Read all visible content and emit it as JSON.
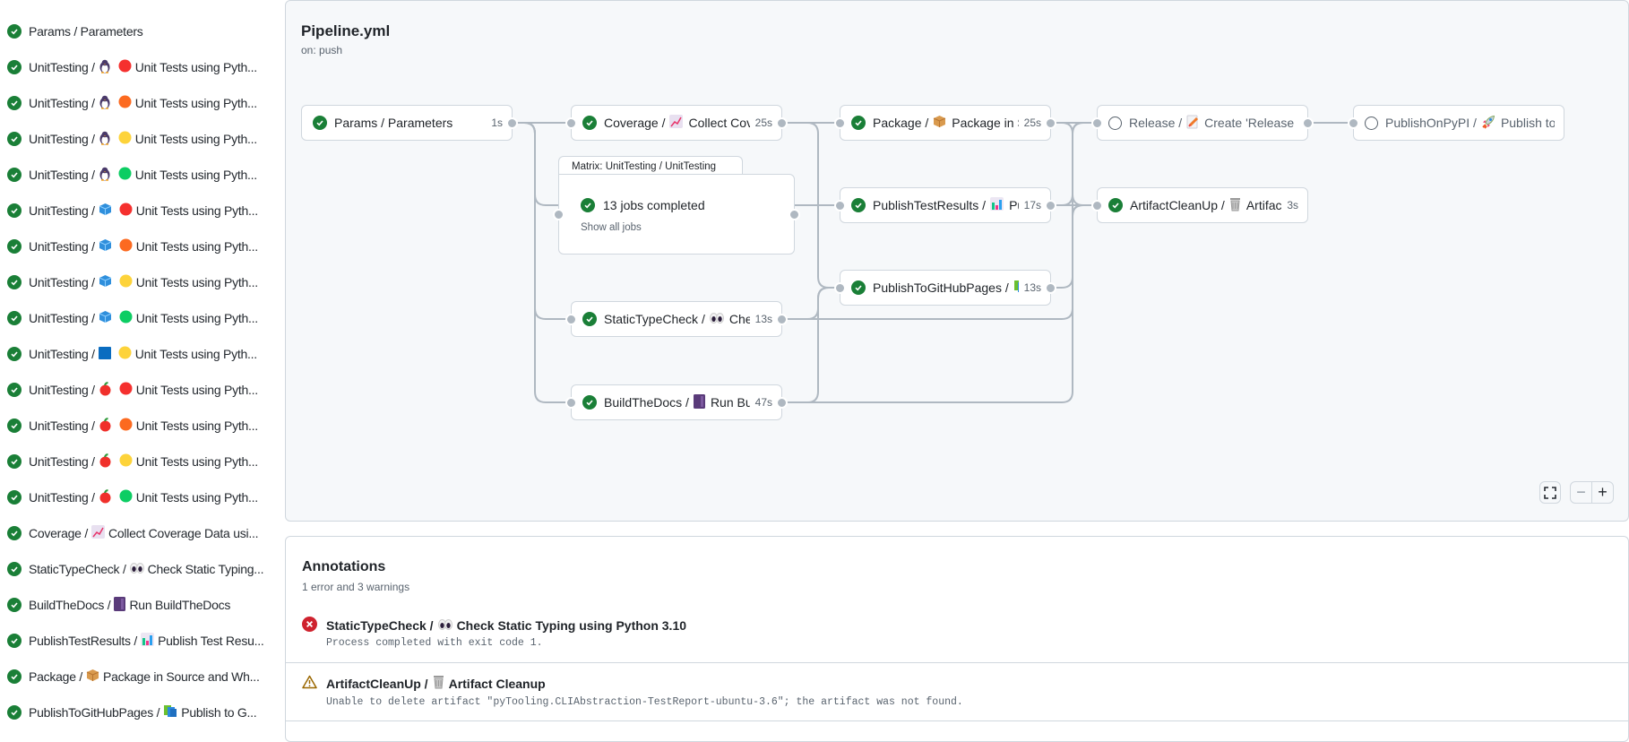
{
  "colors": {
    "success": "#1a7f37",
    "error": "#cf222e",
    "warning": "#9a6700",
    "edge": "#afb8c1"
  },
  "sidebar": {
    "items": [
      {
        "job": "Params",
        "sep": " / ",
        "icons": [],
        "label": "Parameters",
        "status": "success"
      },
      {
        "job": "UnitTesting",
        "sep": " / ",
        "icons": [
          "penguin-icon",
          "red-circle-icon"
        ],
        "label": "Unit Tests using Pyth...",
        "status": "success"
      },
      {
        "job": "UnitTesting",
        "sep": " / ",
        "icons": [
          "penguin-icon",
          "orange-circle-icon"
        ],
        "label": "Unit Tests using Pyth...",
        "status": "success"
      },
      {
        "job": "UnitTesting",
        "sep": " / ",
        "icons": [
          "penguin-icon",
          "yellow-circle-icon"
        ],
        "label": "Unit Tests using Pyth...",
        "status": "success"
      },
      {
        "job": "UnitTesting",
        "sep": " / ",
        "icons": [
          "penguin-icon",
          "green-circle-icon"
        ],
        "label": "Unit Tests using Pyth...",
        "status": "success"
      },
      {
        "job": "UnitTesting",
        "sep": " / ",
        "icons": [
          "ice-cube-icon",
          "red-circle-icon"
        ],
        "label": "Unit Tests using Pyth...",
        "status": "success"
      },
      {
        "job": "UnitTesting",
        "sep": " / ",
        "icons": [
          "ice-cube-icon",
          "orange-circle-icon"
        ],
        "label": "Unit Tests using Pyth...",
        "status": "success"
      },
      {
        "job": "UnitTesting",
        "sep": " / ",
        "icons": [
          "ice-cube-icon",
          "yellow-circle-icon"
        ],
        "label": "Unit Tests using Pyth...",
        "status": "success"
      },
      {
        "job": "UnitTesting",
        "sep": " / ",
        "icons": [
          "ice-cube-icon",
          "green-circle-icon"
        ],
        "label": "Unit Tests using Pyth...",
        "status": "success"
      },
      {
        "job": "UnitTesting",
        "sep": " / ",
        "icons": [
          "blue-square-icon",
          "yellow-circle-icon"
        ],
        "label": "Unit Tests using Pyth...",
        "status": "success"
      },
      {
        "job": "UnitTesting",
        "sep": " / ",
        "icons": [
          "apple-icon",
          "red-circle-icon"
        ],
        "label": "Unit Tests using Pyth...",
        "status": "success"
      },
      {
        "job": "UnitTesting",
        "sep": " / ",
        "icons": [
          "apple-icon",
          "orange-circle-icon"
        ],
        "label": "Unit Tests using Pyth...",
        "status": "success"
      },
      {
        "job": "UnitTesting",
        "sep": " / ",
        "icons": [
          "apple-icon",
          "yellow-circle-icon"
        ],
        "label": "Unit Tests using Pyth...",
        "status": "success"
      },
      {
        "job": "UnitTesting",
        "sep": " / ",
        "icons": [
          "apple-icon",
          "green-circle-icon"
        ],
        "label": "Unit Tests using Pyth...",
        "status": "success"
      },
      {
        "job": "Coverage",
        "sep": " / ",
        "icons": [
          "chart-increasing-icon"
        ],
        "label": "Collect Coverage Data usi...",
        "status": "success"
      },
      {
        "job": "StaticTypeCheck",
        "sep": " / ",
        "icons": [
          "eyes-icon"
        ],
        "label": "Check Static Typing...",
        "status": "success"
      },
      {
        "job": "BuildTheDocs",
        "sep": " / ",
        "icons": [
          "notebook-icon"
        ],
        "label": "Run BuildTheDocs",
        "status": "success"
      },
      {
        "job": "PublishTestResults",
        "sep": " / ",
        "icons": [
          "bar-chart-icon"
        ],
        "label": "Publish Test Resu...",
        "status": "success"
      },
      {
        "job": "Package",
        "sep": " / ",
        "icons": [
          "package-icon"
        ],
        "label": "Package in Source and Wh...",
        "status": "success"
      },
      {
        "job": "PublishToGitHubPages",
        "sep": " / ",
        "icons": [
          "books-icon"
        ],
        "label": "Publish to G...",
        "status": "success"
      }
    ]
  },
  "graph": {
    "title": "Pipeline.yml",
    "trigger": "on: push",
    "nodes": [
      {
        "id": "params",
        "job": "Params / Parameters",
        "icon": null,
        "label": "",
        "duration": "1s",
        "status": "success"
      },
      {
        "id": "coverage",
        "job": "Coverage / ",
        "icon": "chart-increasing-icon",
        "label": "Collect Cove...",
        "duration": "25s",
        "status": "success"
      },
      {
        "id": "statictypecheck",
        "job": "StaticTypeCheck / ",
        "icon": "eyes-icon",
        "label": "Chec...",
        "duration": "13s",
        "status": "success"
      },
      {
        "id": "buildthedocs",
        "job": "BuildTheDocs / ",
        "icon": "notebook-icon",
        "label": "Run Buil...",
        "duration": "47s",
        "status": "success"
      },
      {
        "id": "package",
        "job": "Package / ",
        "icon": "package-icon",
        "label": "Package in So...",
        "duration": "25s",
        "status": "success"
      },
      {
        "id": "publishtestresults",
        "job": "PublishTestResults / ",
        "icon": "bar-chart-icon",
        "label": "Pu...",
        "duration": "17s",
        "status": "success"
      },
      {
        "id": "publishtogithubpages",
        "job": "PublishToGitHubPages / ",
        "icon": "books-icon",
        "label": "...",
        "duration": "13s",
        "status": "success"
      },
      {
        "id": "release",
        "job": "Release / ",
        "icon": "memo-icon",
        "label": "Create 'Release P...",
        "duration": "",
        "status": "pending"
      },
      {
        "id": "artifactcleanup",
        "job": "ArtifactCleanUp / ",
        "icon": "wastebasket-icon",
        "label": "Artifac...",
        "duration": "3s",
        "status": "success"
      },
      {
        "id": "publishonpypi",
        "job": "PublishOnPyPI / ",
        "icon": "rocket-icon",
        "label": "Publish to ...",
        "duration": "",
        "status": "pending"
      }
    ],
    "matrix": {
      "title": "Matrix: UnitTesting / UnitTesting",
      "summary": "13 jobs completed",
      "show_all": "Show all jobs"
    },
    "controls": {
      "fullscreen_icon": "fullscreen-icon",
      "zoom_out": "−",
      "zoom_in": "+"
    }
  },
  "annotations": {
    "title": "Annotations",
    "summary": "1 error and 3 warnings",
    "items": [
      {
        "level": "error",
        "job": "StaticTypeCheck / ",
        "icon": "eyes-icon",
        "label": "Check Static Typing using Python 3.10",
        "message": "Process completed with exit code 1."
      },
      {
        "level": "warning",
        "job": "ArtifactCleanUp / ",
        "icon": "wastebasket-icon",
        "label": "Artifact Cleanup",
        "message": "Unable to delete artifact \"pyTooling.CLIAbstraction-TestReport-ubuntu-3.6\"; the artifact was not found."
      }
    ]
  }
}
